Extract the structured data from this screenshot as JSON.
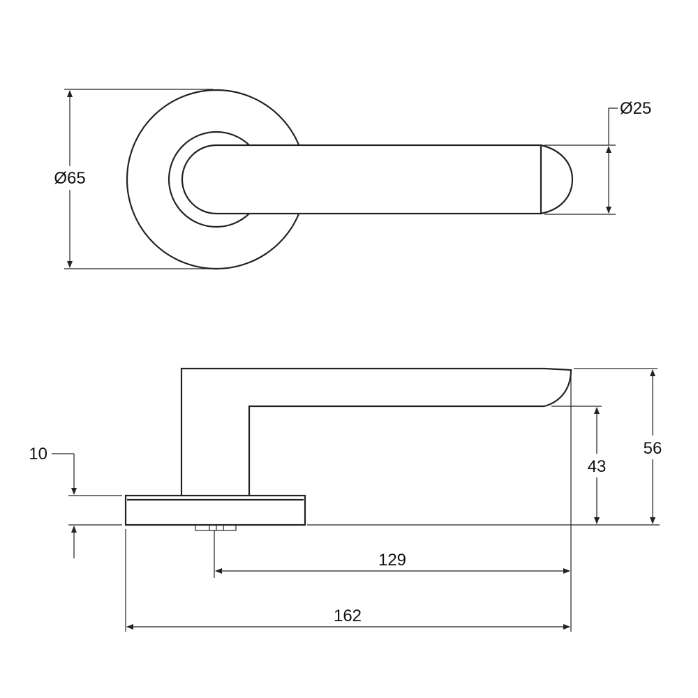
{
  "title": "",
  "views": {
    "front": {
      "rose_diameter": "Ø65",
      "lever_diameter": "Ø25"
    },
    "side": {
      "rose_thickness": "10",
      "lever_height": "43",
      "overall_height": "56",
      "lever_projection": "129",
      "overall_length": "162"
    }
  },
  "colors": {
    "line": "#222222",
    "background": "#ffffff"
  }
}
